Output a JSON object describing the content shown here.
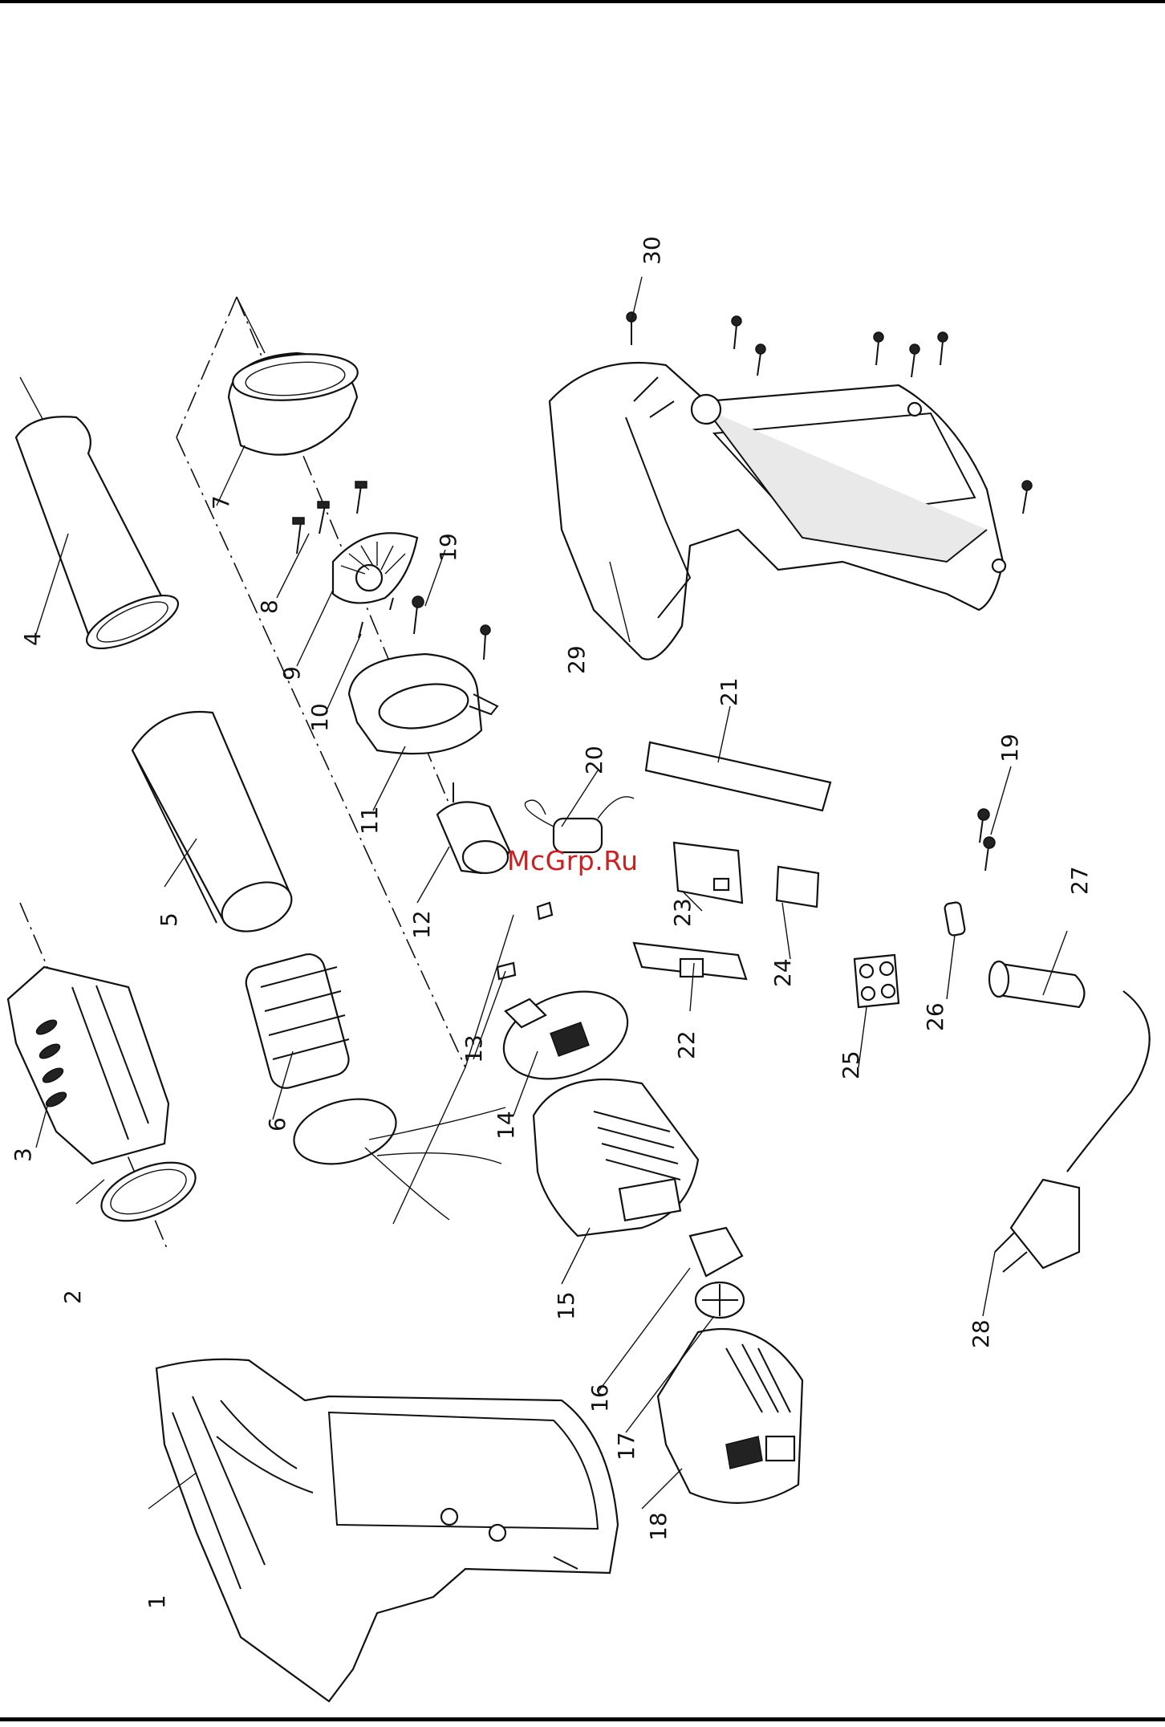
{
  "watermark": "McGrp.Ru",
  "part_labels": [
    "1",
    "2",
    "3",
    "4",
    "5",
    "6",
    "7",
    "8",
    "9",
    "10",
    "11",
    "12",
    "13",
    "14",
    "15",
    "16",
    "17",
    "18",
    "19",
    "19",
    "20",
    "21",
    "22",
    "23",
    "24",
    "25",
    "26",
    "27",
    "28",
    "29",
    "30"
  ]
}
